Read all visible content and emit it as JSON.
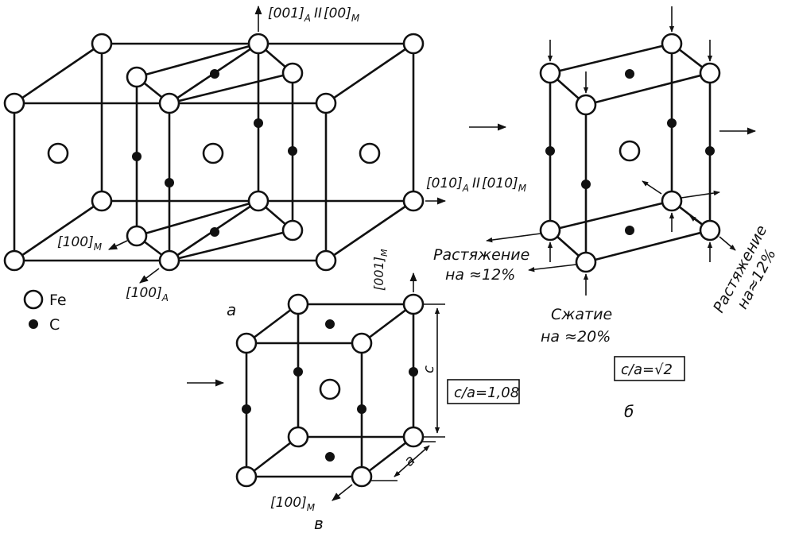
{
  "labels": {
    "axis_001": "[001]",
    "sub_A": "A",
    "sub_M": "M",
    "parallel": "II",
    "axis_00": "[00]",
    "axis_010": "[010]",
    "axis_010_m": "[010]",
    "axis_100_m": "[100]",
    "axis_100_a": "[100]",
    "axis_001_m": "[001]",
    "axis_100_m_b": "[100]",
    "part_a": "а",
    "part_b": "б",
    "part_v": "в",
    "tension_left_1": "Растяжение",
    "tension_left_2": "на ≈12%",
    "tension_right_1": "Растяжение",
    "tension_right_2": "на≈12%",
    "compression_1": "Сжатие",
    "compression_2": "на ≈20%",
    "ratio_tetragonal": "c/a=1,08",
    "ratio_b": "c/a=√2",
    "dim_c": "c",
    "dim_a": "a",
    "legend_fe": "Fe",
    "legend_c": "C"
  }
}
